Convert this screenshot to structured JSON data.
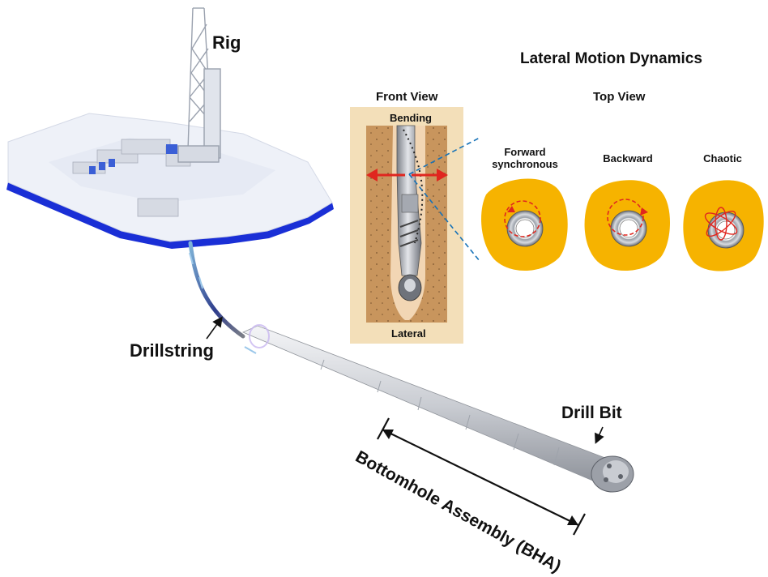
{
  "title": "Lateral Motion Dynamics",
  "labels": {
    "rig": "Rig",
    "drillstring": "Drillstring",
    "drill_bit": "Drill Bit",
    "bha": "Bottomhole Assembly (BHA)"
  },
  "front_view": {
    "heading": "Front View",
    "top_label": "Bending",
    "bottom_label": "Lateral"
  },
  "top_view": {
    "heading": "Top View",
    "modes": [
      {
        "line1": "Forward",
        "line2": "synchronous"
      },
      {
        "line1": "Backward",
        "line2": ""
      },
      {
        "line1": "Chaotic",
        "line2": ""
      }
    ]
  },
  "colors": {
    "platform_edge": "#1a2fd6",
    "formation": "#c8955d",
    "borehole_frame": "#f3dfb9",
    "top_view_fill": "#f6b300",
    "arrow_red": "#e0261f",
    "guide_blue": "#1672b8"
  }
}
